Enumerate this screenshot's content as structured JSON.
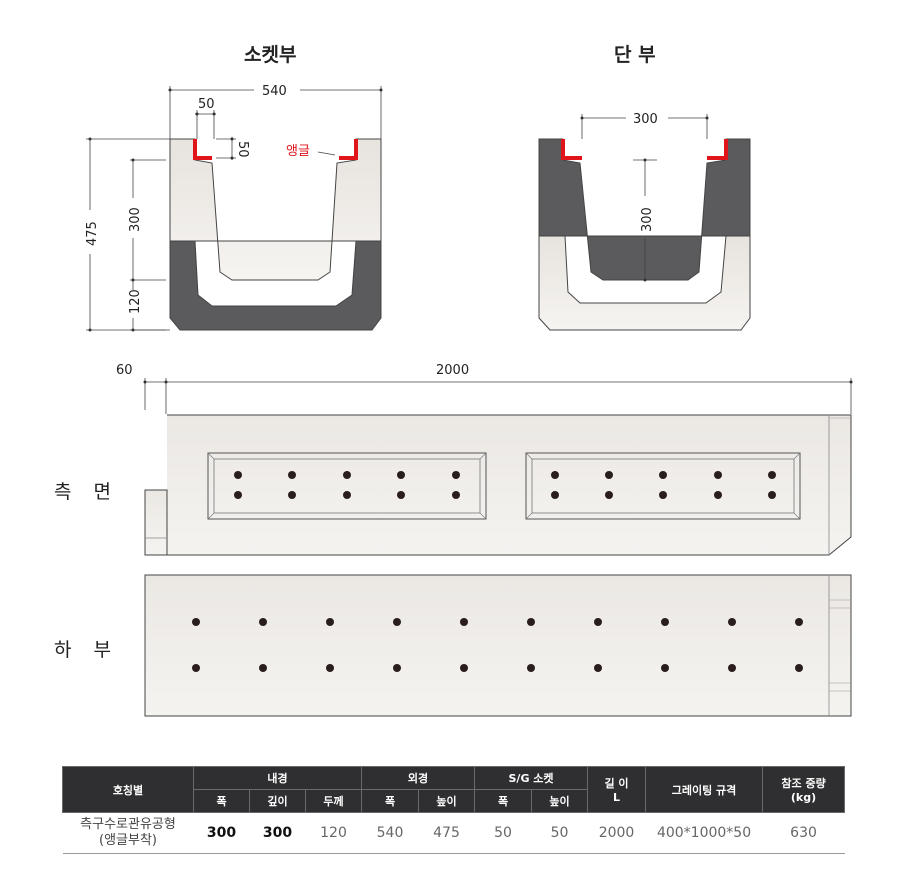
{
  "sections": {
    "socket_title": "소켓부",
    "end_title": "단 부",
    "side_label": "측 면",
    "bottom_label": "하 부"
  },
  "dimensions": {
    "socket_width": "540",
    "socket_lip_w": "50",
    "socket_lip_h": "50",
    "socket_height": "475",
    "socket_inner_depth": "300",
    "socket_base": "120",
    "angle_label": "앵글",
    "end_inner_width": "300",
    "end_inner_depth": "300",
    "offset": "60",
    "length": "2000"
  },
  "colors": {
    "light": "#efebe7",
    "dark": "#5b5a5c",
    "angle": "#e0151a",
    "header": "#2f2f31"
  },
  "table": {
    "headers": {
      "name": "호칭별",
      "inner": "내경",
      "outer": "외경",
      "sg_socket": "S/G 소켓",
      "length": "길 이",
      "length_sub": "L",
      "grating": "그레이팅 규격",
      "weight": "참조 중량",
      "weight_sub": "(kg)",
      "sub_width": "폭",
      "sub_depth": "깊이",
      "sub_thick": "두께",
      "sub_height": "높이"
    },
    "row": {
      "name_line1": "측구수로관유공형",
      "name_line2": "(앵글부착)",
      "inner_width": "300",
      "inner_depth": "300",
      "inner_thick": "120",
      "outer_width": "540",
      "outer_height": "475",
      "sg_width": "50",
      "sg_height": "50",
      "length": "2000",
      "grating": "400*1000*50",
      "weight": "630"
    }
  }
}
